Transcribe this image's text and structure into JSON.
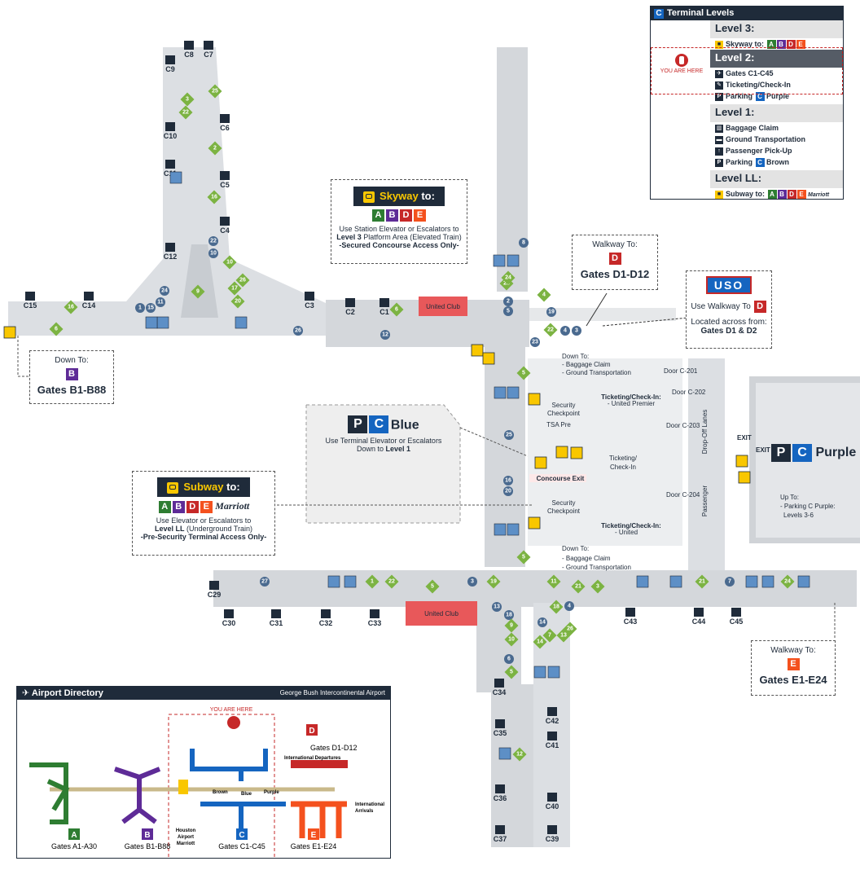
{
  "terminal_levels": {
    "title": "Terminal Levels",
    "title_letter": "C",
    "you_are_here": "YOU ARE HERE",
    "level3": {
      "name": "Level 3:",
      "skyway": "Skyway to:",
      "letters": [
        "A",
        "B",
        "D",
        "E"
      ]
    },
    "level2": {
      "name": "Level 2:",
      "items": [
        "Gates C1-C45",
        "Ticketing/Check-In",
        "Parking",
        "Purple"
      ],
      "parking_letter": "C"
    },
    "level1": {
      "name": "Level 1:",
      "items": [
        "Baggage Claim",
        "Ground Transportation",
        "Passenger Pick-Up",
        "Parking",
        "Brown"
      ],
      "parking_letter": "C"
    },
    "levelLL": {
      "name": "Level LL:",
      "subway": "Subway to:",
      "letters": [
        "A",
        "B",
        "D",
        "E"
      ],
      "brand": "Marriott"
    }
  },
  "skyway_box": {
    "title_a": "Skyway",
    "title_b": " to:",
    "letters": [
      "A",
      "B",
      "D",
      "E"
    ],
    "line1": "Use Station Elevator or Escalators to",
    "line2_bold": "Level 3",
    "line2_rest": " Platform Area (Elevated Train)",
    "line3": "-Secured Concourse Access Only-"
  },
  "walkway_d": {
    "title": "Walkway To:",
    "letter": "D",
    "gates": "Gates D1-D12"
  },
  "uso_box": {
    "logo": "USO",
    "line1": "Use Walkway To",
    "letter": "D",
    "line2": "Located across from:",
    "line3": "Gates D1 & D2"
  },
  "down_to_b": {
    "title": "Down To:",
    "letter": "B",
    "gates": "Gates B1-B88"
  },
  "parking_blue": {
    "p": "P",
    "c": "C",
    "name": "Blue",
    "line1": "Use Terminal Elevator or Escalators",
    "line2": "Down to",
    "line2_bold": "Level 1"
  },
  "parking_purple": {
    "p": "P",
    "c": "C",
    "name": "Purple",
    "up_to": "Up To:",
    "detail1": "- Parking C Purple:",
    "detail2": "Levels 3-6"
  },
  "subway_box": {
    "title_a": "Subway",
    "title_b": " to:",
    "letters": [
      "A",
      "B",
      "D",
      "E"
    ],
    "brand": "Marriott",
    "line1": "Use Elevator or Escalators to",
    "line2_bold": "Level LL",
    "line2_rest": " (Underground Train)",
    "line3": "-Pre-Security Terminal Access Only-"
  },
  "walkway_e": {
    "title": "Walkway To:",
    "letter": "E",
    "gates": "Gates E1-E24"
  },
  "down_to_baggage_top": {
    "title": "Down To:",
    "l1": "- Baggage Claim",
    "l2": "- Ground Transportation"
  },
  "down_to_baggage_bottom": {
    "title": "Down To:",
    "l1": "- Baggage Claim",
    "l2": "- Ground Transportation"
  },
  "labels": {
    "united_club": "United Club",
    "security": "Security",
    "checkpoint": "Checkpoint",
    "tsa": "TSA Pre",
    "ticketing": "Ticketing/",
    "checkin": "Check-In",
    "ticketing_small": "Ticketing/Check-In:",
    "united_premier": "- United Premier",
    "united": "- United",
    "concourse_exit": "Concourse Exit",
    "drop_off": "Drop-Off Lanes",
    "passenger": "Passenger",
    "exit": "EXIT"
  },
  "doors": [
    "Door C-201",
    "Door C-202",
    "Door C-203",
    "Door C-204"
  ],
  "gates_north": [
    "C8",
    "C7",
    "C9",
    "C6",
    "C10",
    "C11",
    "C5",
    "C4",
    "C12",
    "C15",
    "C14",
    "C3",
    "C2",
    "C1"
  ],
  "gates_south": [
    "C29",
    "C30",
    "C31",
    "C32",
    "C33",
    "C43",
    "C44",
    "C45",
    "C34",
    "C35",
    "C36",
    "C37",
    "C42",
    "C41",
    "C40",
    "C39"
  ],
  "directory": {
    "title": "Airport Directory",
    "airport": "George Bush Intercontinental Airport",
    "you_are_here": "YOU ARE HERE",
    "d_gates": "Gates D1-D12",
    "intl_dep": "International Departures",
    "intl_arr_1": "International",
    "intl_arr_2": "Arrivals",
    "brown": "Brown",
    "blue": "Blue",
    "purple": "Purple",
    "hotel1": "Houston",
    "hotel2": "Airport",
    "hotel3": "Marriott",
    "terminals": [
      {
        "letter": "A",
        "gates": "Gates A1-A30",
        "color": "#2e7d32"
      },
      {
        "letter": "B",
        "gates": "Gates B1-B88",
        "color": "#5e2b97"
      },
      {
        "letter": "C",
        "gates": "Gates C1-C45",
        "color": "#1565c0"
      },
      {
        "letter": "D",
        "gates": "Gates D1-D12",
        "color": "#c62828"
      },
      {
        "letter": "E",
        "gates": "Gates E1-E24",
        "color": "#f4511e"
      }
    ]
  },
  "colors": {
    "navy": "#1f2b3a",
    "concourse": "#d4d7db",
    "dark_gray": "#8d939a",
    "restaurant_blue": "#4a6a8f",
    "shop_green": "#7cb342",
    "yellow": "#f9c700",
    "red": "#c62828"
  }
}
